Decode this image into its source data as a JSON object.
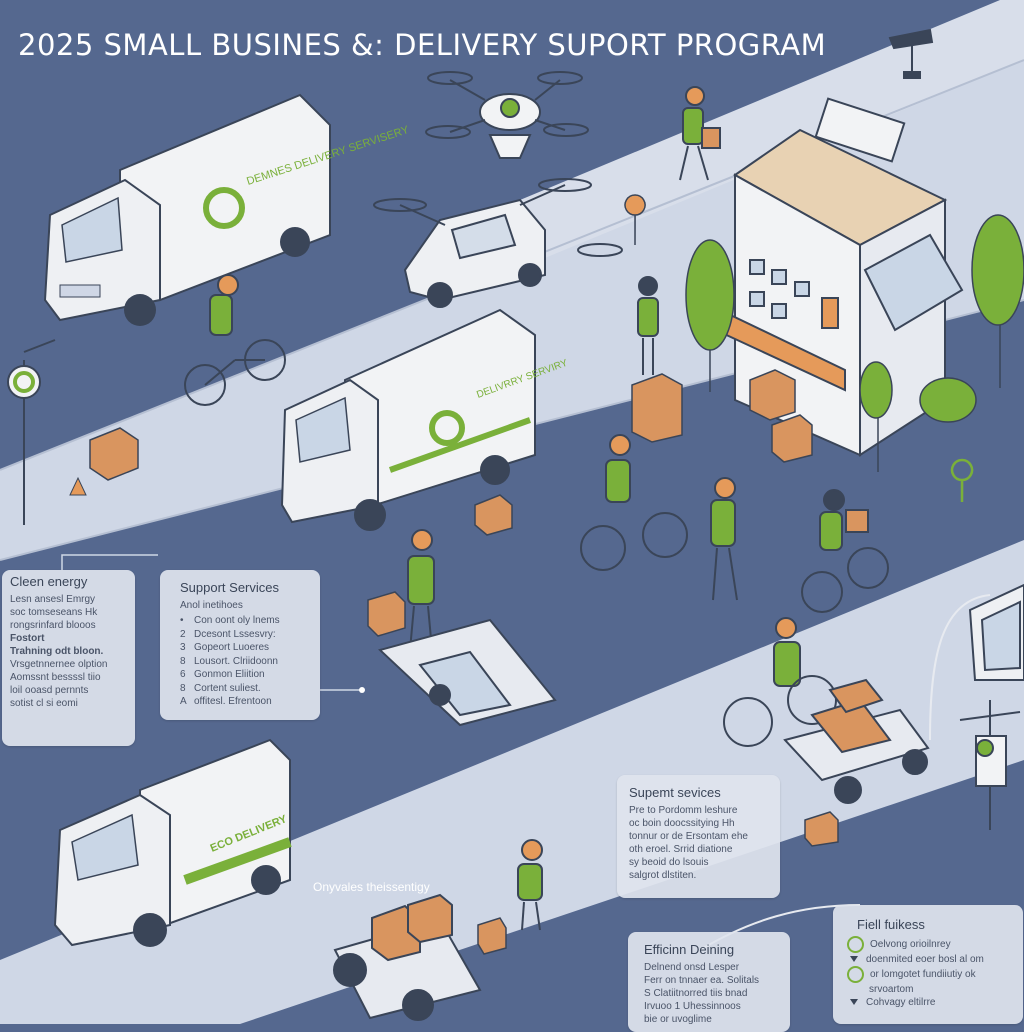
{
  "header": {
    "title": "2025 SMALL BUSINES &: DELIVERY SUPORT PROGRAM"
  },
  "trucks": {
    "top_label": "DEMNES DELIVERY SERVISERY",
    "mid_label": "DELIVRRY SERVIRY",
    "bottom_label": "ECO DELIVERY"
  },
  "panels": {
    "clean_energy": {
      "title": "Cleen energy",
      "lines": [
        "Lesn ansesl Emrgy",
        "soc tomseseans Hk",
        "rongsrinfard blooos"
      ],
      "subtitle": "Fostort",
      "lines2": [
        "Trahning odt bloon.",
        "Vrsgetnnernee olption",
        "Aomssnt bessssl tiio",
        "loil ooasd pernnts",
        "sotist cl si eomi"
      ]
    },
    "support_services": {
      "title": "Support Services",
      "intro": "Anol inetihoes",
      "items": [
        {
          "bullet": "•",
          "text": "Con oont oly lnems"
        },
        {
          "bullet": "2",
          "text": "Dcesont Lssesvry:"
        },
        {
          "bullet": "3",
          "text": "Gopeort Luoeres"
        },
        {
          "bullet": "8",
          "text": "Lousort. Clriidoonn"
        },
        {
          "bullet": "6",
          "text": "Gonmon Eliition"
        },
        {
          "bullet": "8",
          "text": "Cortent suliest."
        },
        {
          "bullet": "A",
          "text": "offitesl. Efrentoon"
        }
      ]
    },
    "supernt": {
      "title": "Supemt sevices",
      "lines": [
        "Pre to Pordomm leshure",
        "oc boin doocssitying Hh",
        "tonnur or de Ersontam ehe",
        "oth eroel. Srrid diatione",
        "sy beoid do lsouis",
        "salgrot dlstiten."
      ]
    },
    "efficiency": {
      "title": "Efficinn Deining",
      "lines": [
        "Delnend onsd Lesper",
        "Ferr on tnnaer ea. Solitals",
        "S Clatiitnorred tiis bnad",
        "Irvuoo 1 Uhessinnoos",
        "bie or uvoglime"
      ]
    },
    "field": {
      "title": "Fiell fuikess",
      "items": [
        "Oelvong orioilnrey",
        "doenmited eoer bosl al om",
        "or lomgotet fundiiutiy ok",
        "srvoartom",
        "Cohvagy eltilrre"
      ]
    }
  },
  "float_label": "Onyvales theissentigy",
  "colors": {
    "road": "#55688f",
    "sidewalk": "#cfd7e6",
    "accent_green": "#7ab03a",
    "accent_orange": "#e59a5a",
    "box": "#d9955f",
    "panel": "#dfe4ee"
  }
}
